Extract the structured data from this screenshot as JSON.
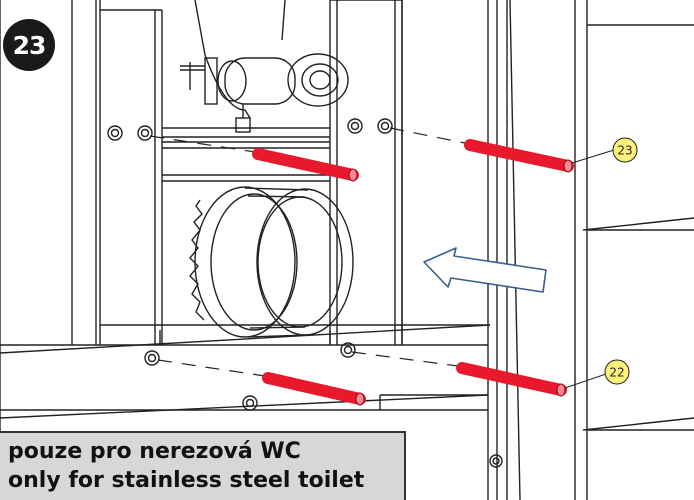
{
  "step": {
    "number": "23"
  },
  "callouts": [
    {
      "id": "rod-upper",
      "label": "23"
    },
    {
      "id": "rod-lower",
      "label": "22"
    }
  ],
  "note": {
    "line_cz": "pouze pro nerezová WC",
    "line_en": "only for stainless steel toilet"
  },
  "colors": {
    "rod": "#e8192c",
    "callout_fill": "#fff27a",
    "arrow_outline": "#3a5f8a",
    "badge": "#1a1a1a",
    "note_background": "#d7d7d7"
  },
  "icons": {
    "direction": "arrow-left-icon",
    "bolt": "bolt-icon",
    "hole": "mounting-hole-icon"
  }
}
